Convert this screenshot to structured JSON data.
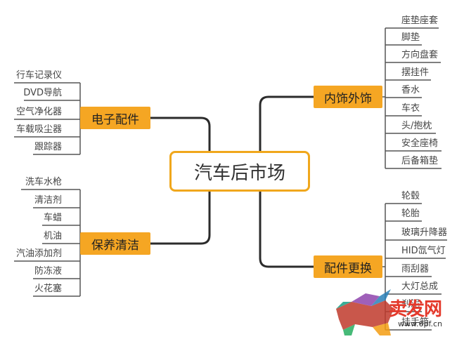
{
  "central": {
    "label": "汽车后市场"
  },
  "branches": {
    "electronics": {
      "label": "电子配件",
      "leaves": [
        "行车记录仪",
        "DVD导航",
        "空气净化器",
        "车载吸尘器",
        "跟踪器"
      ]
    },
    "cleaning": {
      "label": "保养清洁",
      "leaves": [
        "洗车水枪",
        "清洁剂",
        "车蜡",
        "机油",
        "汽油添加剂",
        "防冻液",
        "火花塞"
      ]
    },
    "interior": {
      "label": "内饰外饰",
      "leaves": [
        "座垫座套",
        "脚垫",
        "方向盘套",
        "摆挂件",
        "香水",
        "车衣",
        "头/抱枕",
        "安全座椅",
        "后备箱垫"
      ]
    },
    "parts": {
      "label": "配件更换",
      "leaves": [
        "轮毂",
        "轮胎",
        "玻璃升降器",
        "HID氙气灯",
        "雨刮器",
        "大灯总成",
        "刹泥",
        "挂手箱"
      ]
    }
  },
  "watermark": {
    "text": "卖发网",
    "url": "www.6pf.cn"
  },
  "colors": {
    "accent": "#f5a623",
    "border": "#f0a71c",
    "line": "#2b2b2b",
    "leaf_line": "#555555"
  }
}
